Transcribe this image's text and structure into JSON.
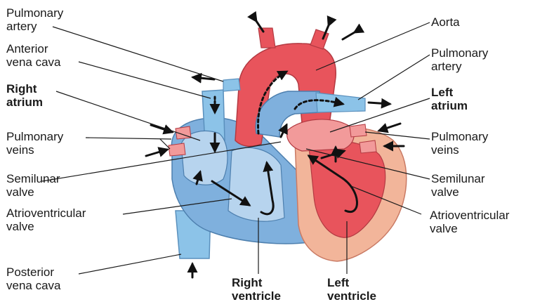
{
  "labels": {
    "pulmonary_artery_left": [
      "Pulmonary",
      "artery"
    ],
    "anterior_vena_cava": [
      "Anterior",
      "vena cava"
    ],
    "right_atrium": [
      "Right",
      "atrium"
    ],
    "pulmonary_veins_left": [
      "Pulmonary",
      "veins"
    ],
    "semilunar_valve_left": [
      "Semilunar",
      "valve"
    ],
    "av_valve_left": [
      "Atrioventricular",
      "valve"
    ],
    "posterior_vena_cava": [
      "Posterior",
      "vena cava"
    ],
    "aorta": [
      "Aorta"
    ],
    "pulmonary_artery_right": [
      "Pulmonary",
      "artery"
    ],
    "left_atrium": [
      "Left",
      "atrium"
    ],
    "pulmonary_veins_right": [
      "Pulmonary",
      "veins"
    ],
    "semilunar_valve_right": [
      "Semilunar",
      "valve"
    ],
    "av_valve_right": [
      "Atrioventricular",
      "valve"
    ],
    "right_ventricle": [
      "Right",
      "ventricle"
    ],
    "left_ventricle": [
      "Left",
      "ventricle"
    ]
  },
  "colors": {
    "oxygenated": "#e8545c",
    "oxygenated_light": "#f29a9a",
    "deoxygenated": "#7fb0dd",
    "deoxygenated_light": "#b7d4ee",
    "muscle": "#f2b59a",
    "vessel_blue": "#8cc3e8"
  }
}
